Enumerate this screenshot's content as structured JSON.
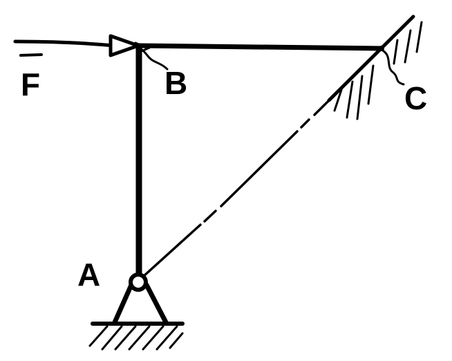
{
  "labels": {
    "force": "F",
    "point_a": "A",
    "point_b": "B",
    "point_c": "C"
  },
  "colors": {
    "ink": "#000000",
    "background": "#ffffff"
  }
}
